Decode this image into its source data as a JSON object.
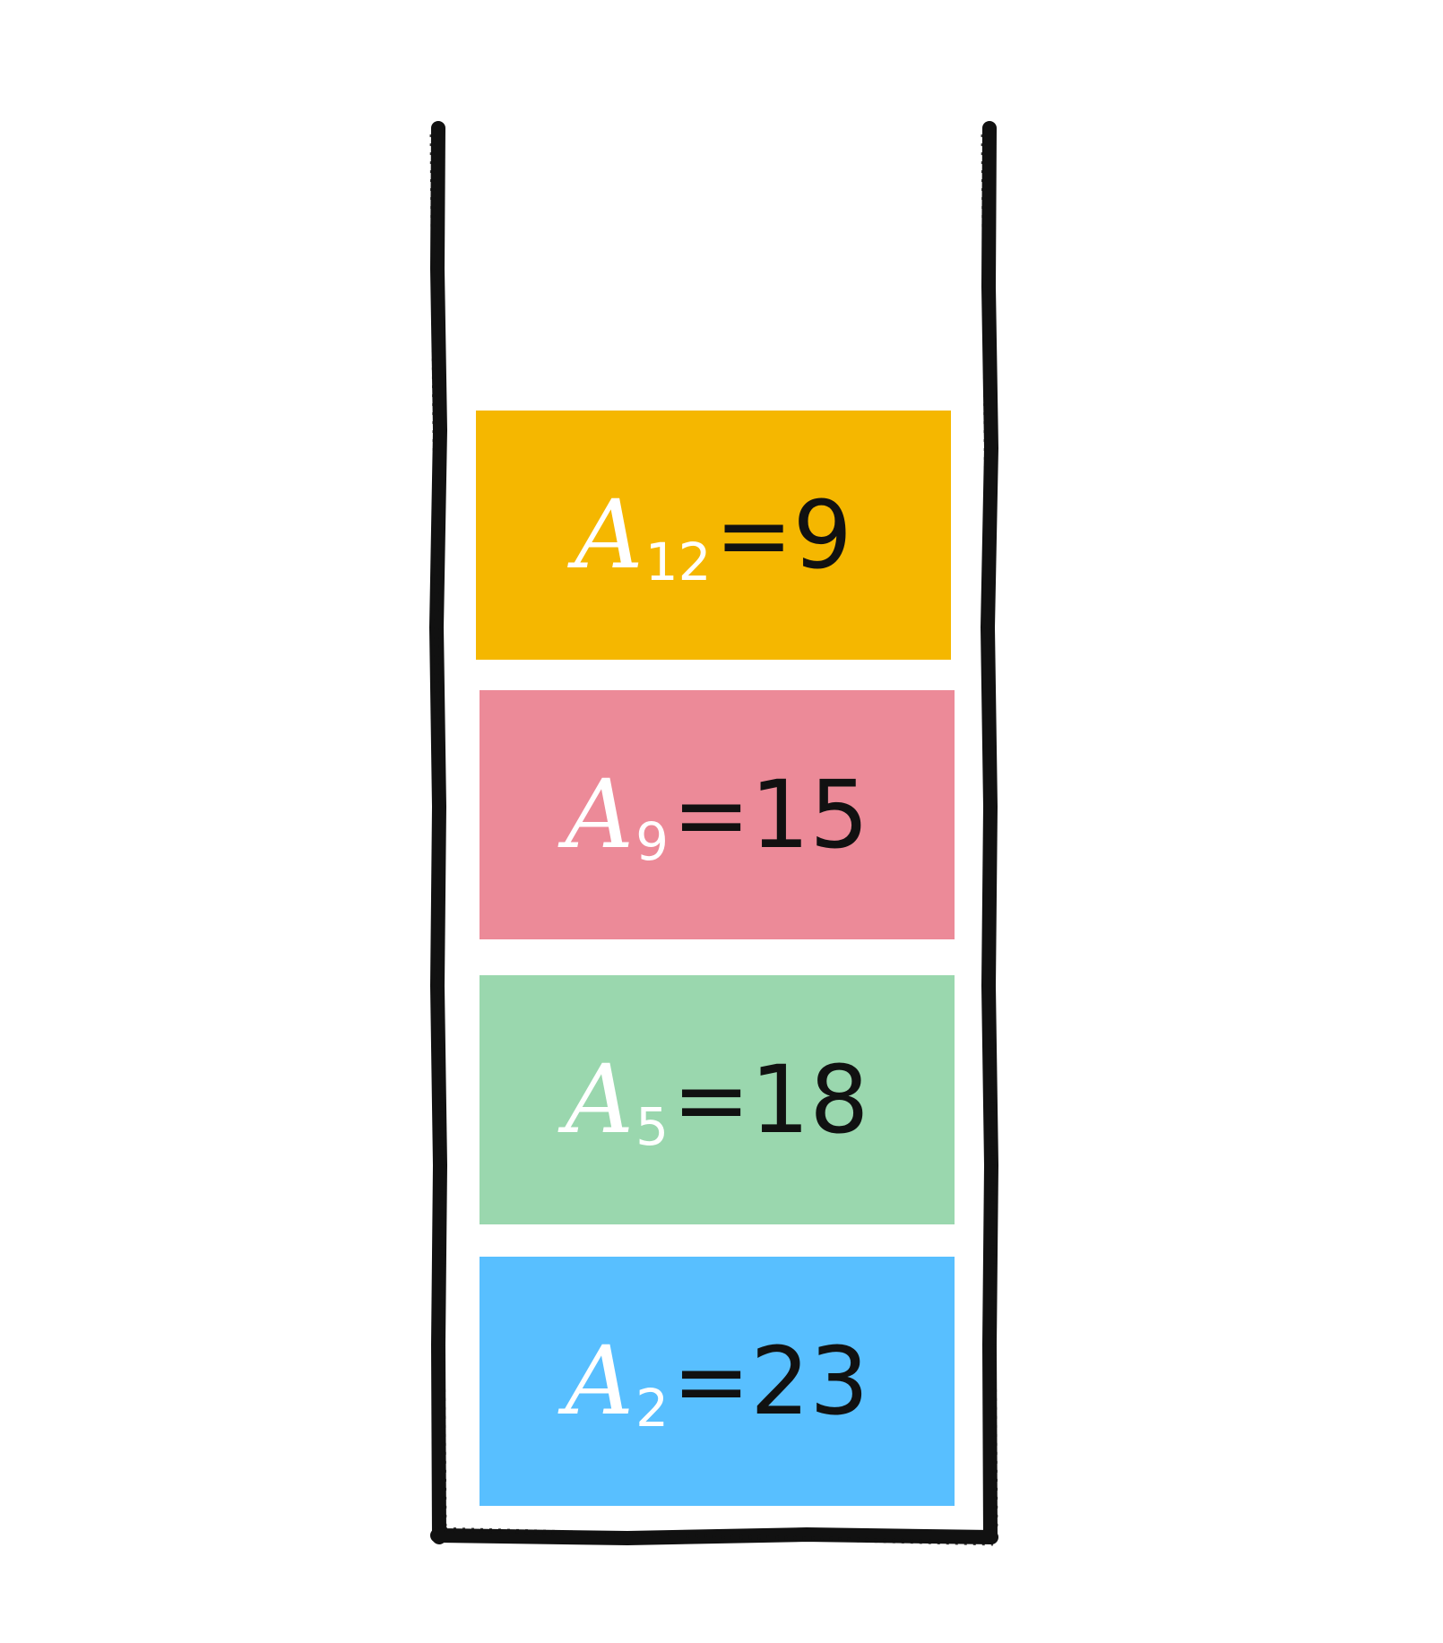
{
  "stack": {
    "items": [
      {
        "var": "A",
        "sub": "12",
        "eq": "=",
        "value": "9",
        "color": "#F5B700"
      },
      {
        "var": "A",
        "sub": "9",
        "eq": "=",
        "value": "15",
        "color": "#EC8A98"
      },
      {
        "var": "A",
        "sub": "5",
        "eq": "=",
        "value": "18",
        "color": "#9AD7AE"
      },
      {
        "var": "A",
        "sub": "2",
        "eq": "=",
        "value": "23",
        "color": "#58BFFF"
      }
    ],
    "outline_color": "#111111"
  }
}
